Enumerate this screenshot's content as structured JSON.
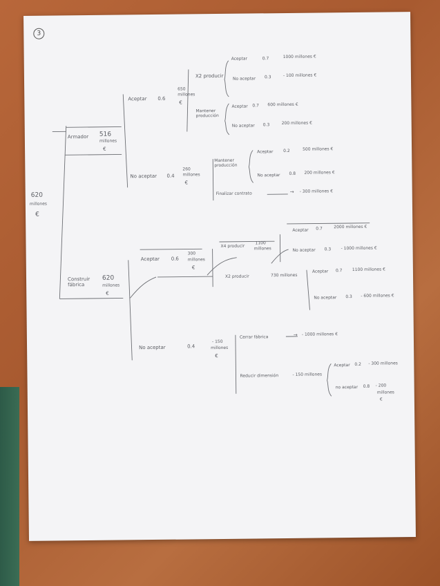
{
  "page_number": "3",
  "root": {
    "value": "620",
    "unit": "millones",
    "currency": "€"
  },
  "armador": {
    "label": "Armador",
    "value": "516",
    "unit": "millones",
    "currency": "€"
  },
  "astillero": {
    "label": "Construir fábrica",
    "value": "620",
    "unit": "millones",
    "currency": "€"
  },
  "a_aceptar": {
    "label": "Aceptar",
    "prob": "0.6",
    "value": "650",
    "unit": "millones",
    "currency": "€"
  },
  "a_x2": {
    "label": "X2 producir"
  },
  "a_x2_acc": {
    "label": "Aceptar",
    "prob": "0.7",
    "value": "1000 millones €"
  },
  "a_x2_no": {
    "label": "No aceptar",
    "prob": "0.3",
    "value": "- 100 millones €"
  },
  "a_mantener": {
    "label": "Mantener producción"
  },
  "a_mant_acc": {
    "label": "Aceptar",
    "prob": "0.7",
    "value": "600 millones €"
  },
  "a_mant_no": {
    "label": "No aceptar",
    "prob": "0.3",
    "value": "200 millones €"
  },
  "a_noacc": {
    "label": "No aceptar",
    "prob": "0.4",
    "value": "260",
    "unit": "millones",
    "currency": "€"
  },
  "a_noacc_mant": {
    "label": "Mantener producción"
  },
  "a_noacc_mant_acc": {
    "label": "Aceptar",
    "prob": "0.2",
    "value": "500 millones €"
  },
  "a_noacc_mant_no": {
    "label": "No aceptar",
    "prob": "0.8",
    "value": "200 millones €"
  },
  "a_noacc_fin": {
    "label": "Finalizar contrato",
    "arrow": "→",
    "value": "- 300 millones €"
  },
  "c_aceptar": {
    "label": "Aceptar",
    "prob": "0.6",
    "value": "300",
    "unit": "millones",
    "currency": "€"
  },
  "c_x4": {
    "label": "X4 producir",
    "value": "1100",
    "unit": "millones"
  },
  "c_x4_acc": {
    "label": "Aceptar",
    "prob": "0.7",
    "value": "2000 millones €"
  },
  "c_x4_no": {
    "label": "No aceptar",
    "prob": "0.3",
    "value": "- 1000 millones €"
  },
  "c_x2": {
    "label": "X2 producir",
    "value": "730 millones"
  },
  "c_x2_acc": {
    "label": "Aceptar",
    "prob": "0.7",
    "value": "1100 millones €"
  },
  "c_x2_no": {
    "label": "No aceptar",
    "prob": "0.3",
    "value": "- 600 millones €"
  },
  "c_noacc": {
    "label": "No aceptar",
    "prob": "0.4",
    "value": "- 150",
    "unit": "millones",
    "currency": "€"
  },
  "c_cerrar": {
    "label": "Cerrar fábrica",
    "arrow": "→",
    "value": "- 1000 millones €"
  },
  "c_reducir": {
    "label": "Reducir dimensión",
    "value": "- 150 millones"
  },
  "c_red_acc": {
    "label": "Aceptar",
    "prob": "0.2",
    "value": "- 300 millones"
  },
  "c_red_no": {
    "label": "no aceptar",
    "prob": "0.8",
    "value": "- 200",
    "unit": "millones",
    "currency": "€"
  }
}
